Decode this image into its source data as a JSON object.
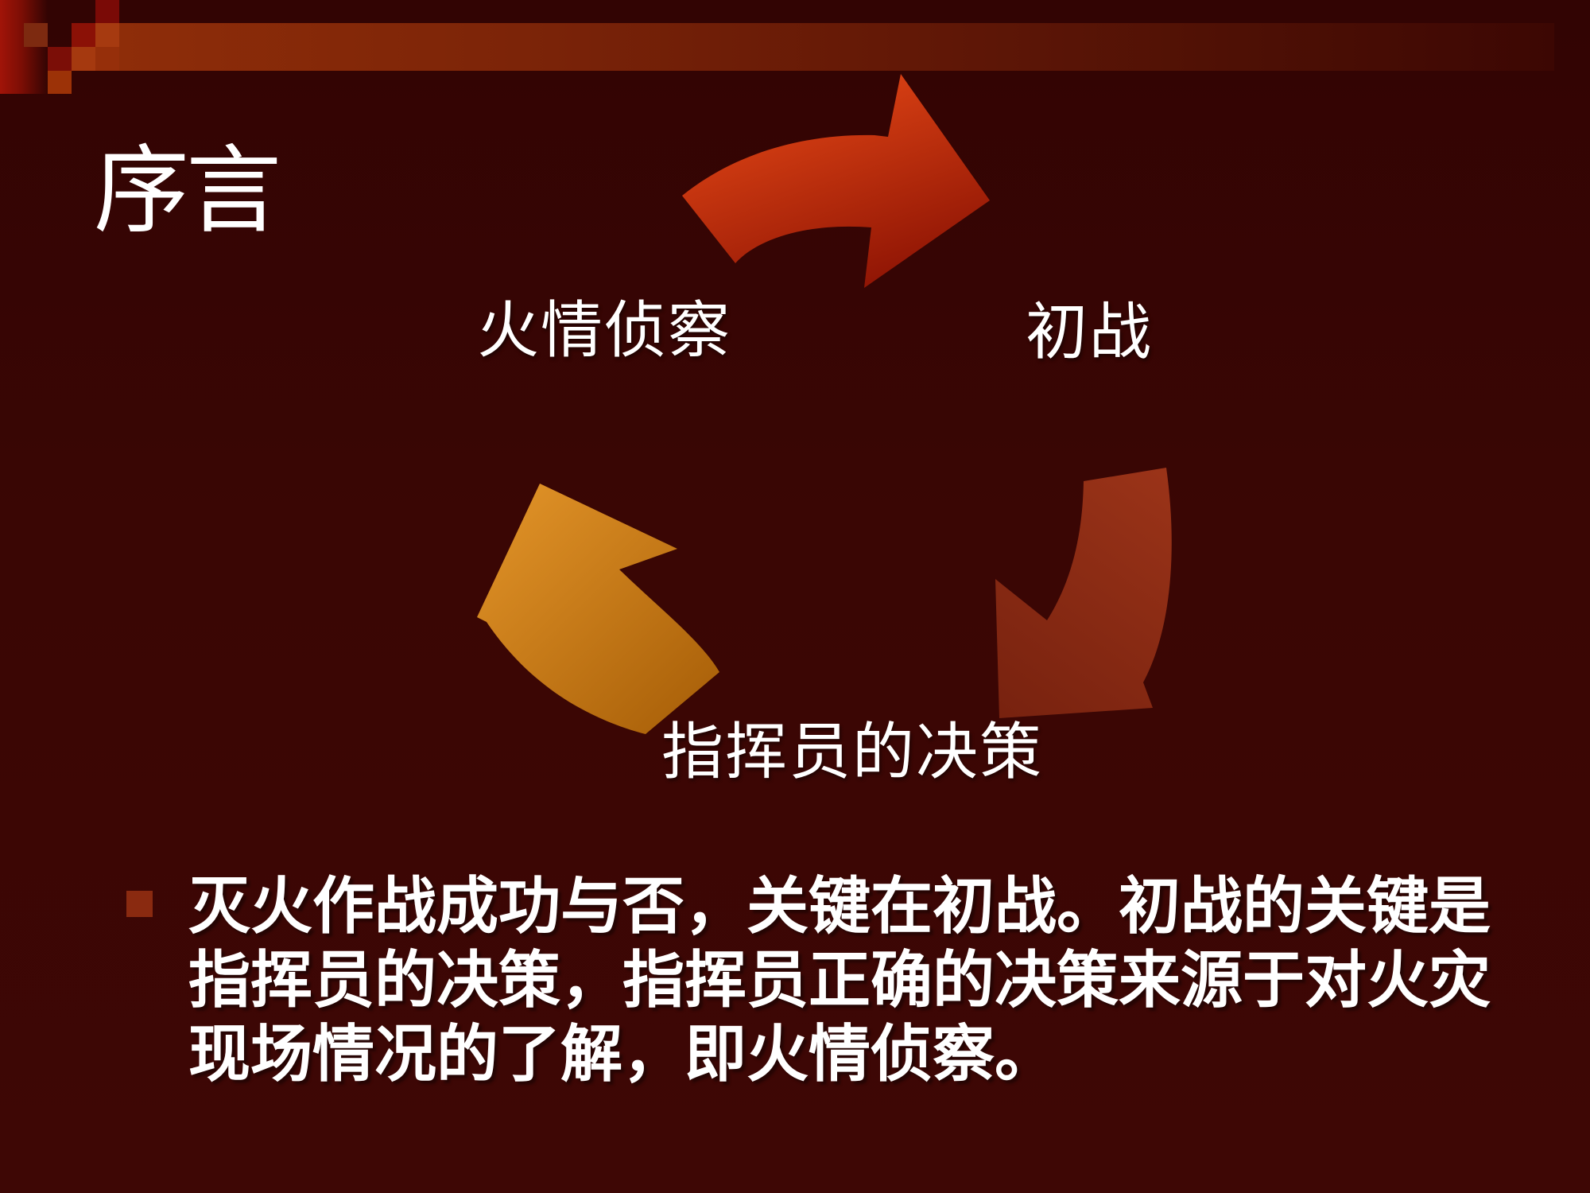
{
  "slide": {
    "title": "序言",
    "diagram": {
      "labels": {
        "recon": "火情侦察",
        "initial_battle": "初战",
        "decision": "指挥员的决策"
      },
      "arrows": {
        "top": {
          "name": "arrow-recon-to-initial",
          "color_from": "#dd4314",
          "color_to": "#8e1404"
        },
        "right": {
          "name": "arrow-initial-to-decision",
          "color_from": "#9a3318",
          "color_to": "#78220f"
        },
        "left": {
          "name": "arrow-decision-to-recon",
          "color_from": "#de9026",
          "color_to": "#a85f08"
        }
      }
    },
    "bullet": {
      "marker_color": "#8a2a10",
      "text": "灭火作战成功与否，关键在初战。初战的关键是指挥员的决策，指挥员正确的决策来源于对火灾现场情况的了解，即火情侦察。"
    },
    "colors": {
      "background": "#3a0604",
      "accent_bar_left": "#8e2d09",
      "accent_bar_right": "#3c0703",
      "title_text": "#ffffff",
      "body_text": "#ffffff"
    }
  }
}
